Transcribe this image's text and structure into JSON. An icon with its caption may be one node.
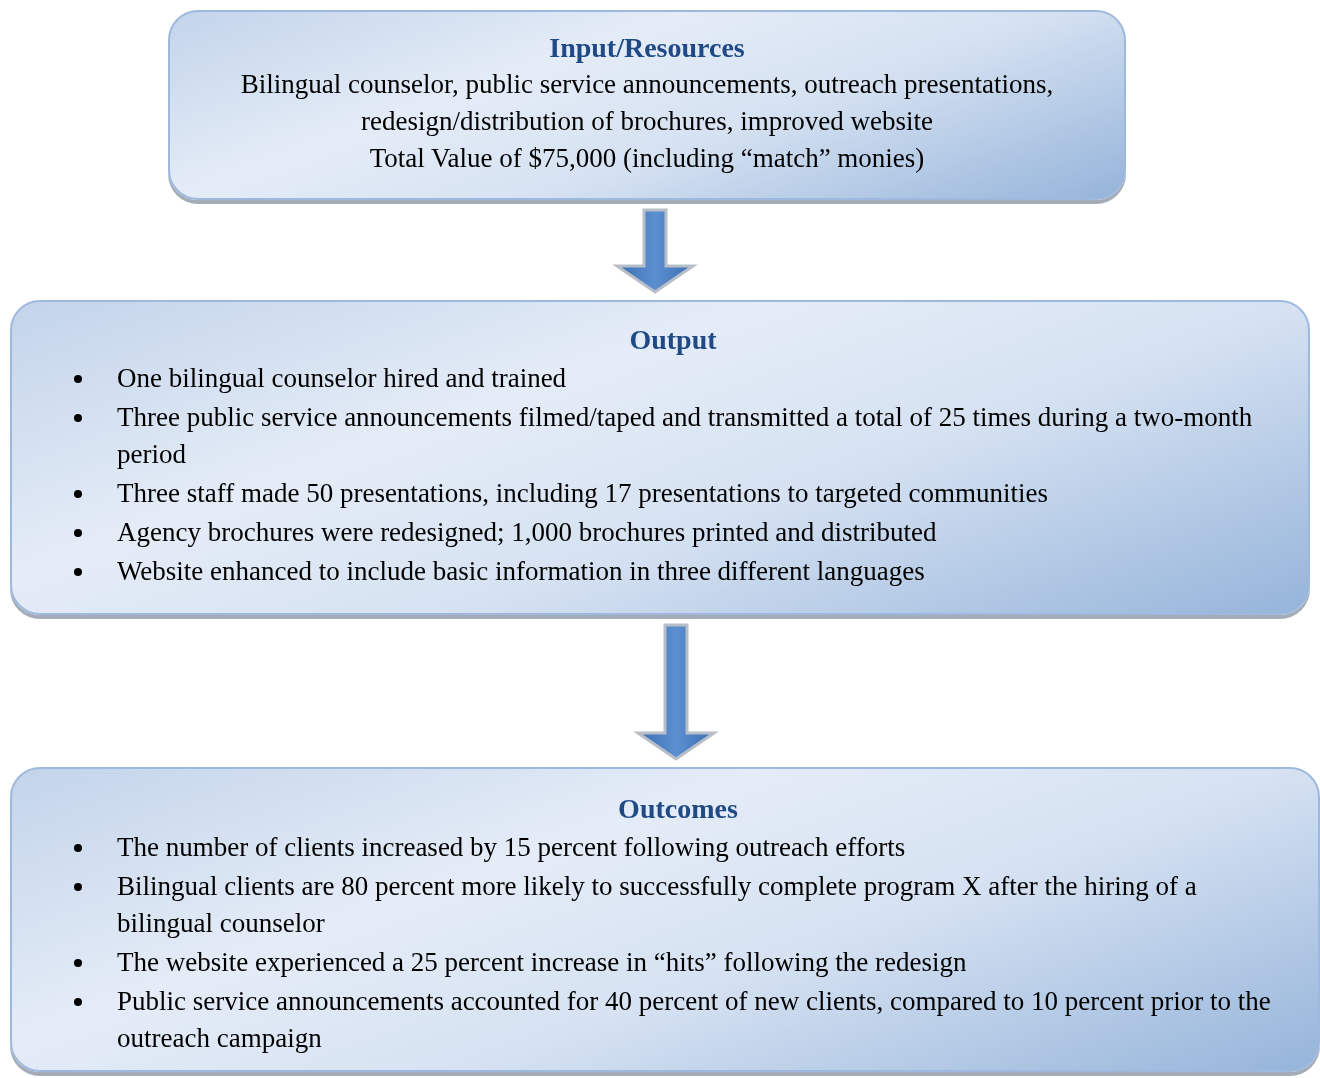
{
  "diagram": {
    "nodes": [
      {
        "text": [
          "Input/Resources",
          "Bilingual counselor, public service announcements, outreach presentations, redesign/distribution of brochures, improved website",
          "Total Value of $75,000 (including “match” monies)"
        ]
      },
      {
        "text": [
          "Output",
          "One bilingual counselor hired and trained",
          "Three public service announcements filmed/taped and transmitted a total of 25 times during a two-month period",
          "Three staff made 50 presentations, including 17 presentations to targeted communities",
          "Agency brochures were redesigned; 1,000 brochures printed and distributed",
          "Website enhanced to include basic information in three different languages"
        ]
      },
      {
        "text": [
          "Outcomes",
          "The number of clients increased by 15 percent following outreach efforts",
          "Bilingual clients are 80 percent more likely to successfully complete program X after the hiring of a bilingual counselor",
          "The website experienced a 25 percent increase in “hits” following the redesign",
          "Public service announcements accounted for 40 percent of new clients, compared to 10 percent prior to the outreach campaign"
        ]
      }
    ],
    "edges": [
      {
        "from": 0,
        "to": 1,
        "arrow": "to"
      },
      {
        "from": 1,
        "to": 2,
        "arrow": "to"
      }
    ]
  }
}
